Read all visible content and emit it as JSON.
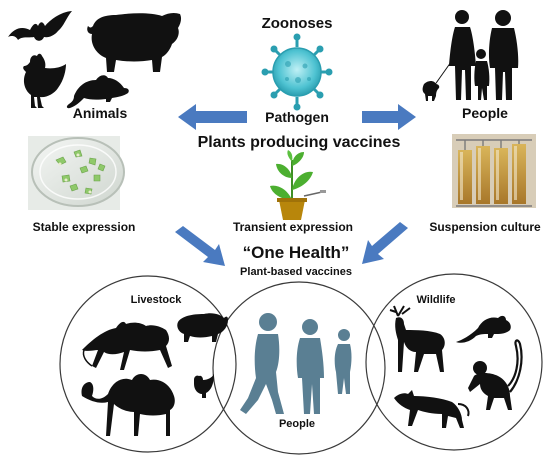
{
  "title_top": "Zoonoses",
  "label_pathogen": "Pathogen",
  "label_animals": "Animals",
  "label_people_top": "People",
  "label_plants": "Plants producing vaccines",
  "label_stable": "Stable expression",
  "label_transient": "Transient expression",
  "label_suspension": "Suspension culture",
  "label_one_health": "“One Health”",
  "label_plant_based": "Plant-based vaccines",
  "label_livestock": "Livestock",
  "label_wildlife": "Wildlife",
  "label_people_bottom": "People",
  "colors": {
    "arrow": "#4a7ac0",
    "virus": "#3fb7c8",
    "silhouette": "#111111",
    "people_silhouette": "#5a7f93",
    "circle": "#3a3a3a",
    "pot": "#b8860b",
    "plant": "#4caf30"
  },
  "icons": [
    "bat-icon",
    "pig-icon",
    "chicken-icon",
    "rat-icon",
    "virus-icon",
    "family-icon",
    "dog-icon",
    "petri-dish-icon",
    "seedling-pot-icon",
    "bioreactor-icon",
    "horse-icon",
    "camel-icon",
    "deer-icon",
    "monkey-icon",
    "wolf-icon"
  ]
}
